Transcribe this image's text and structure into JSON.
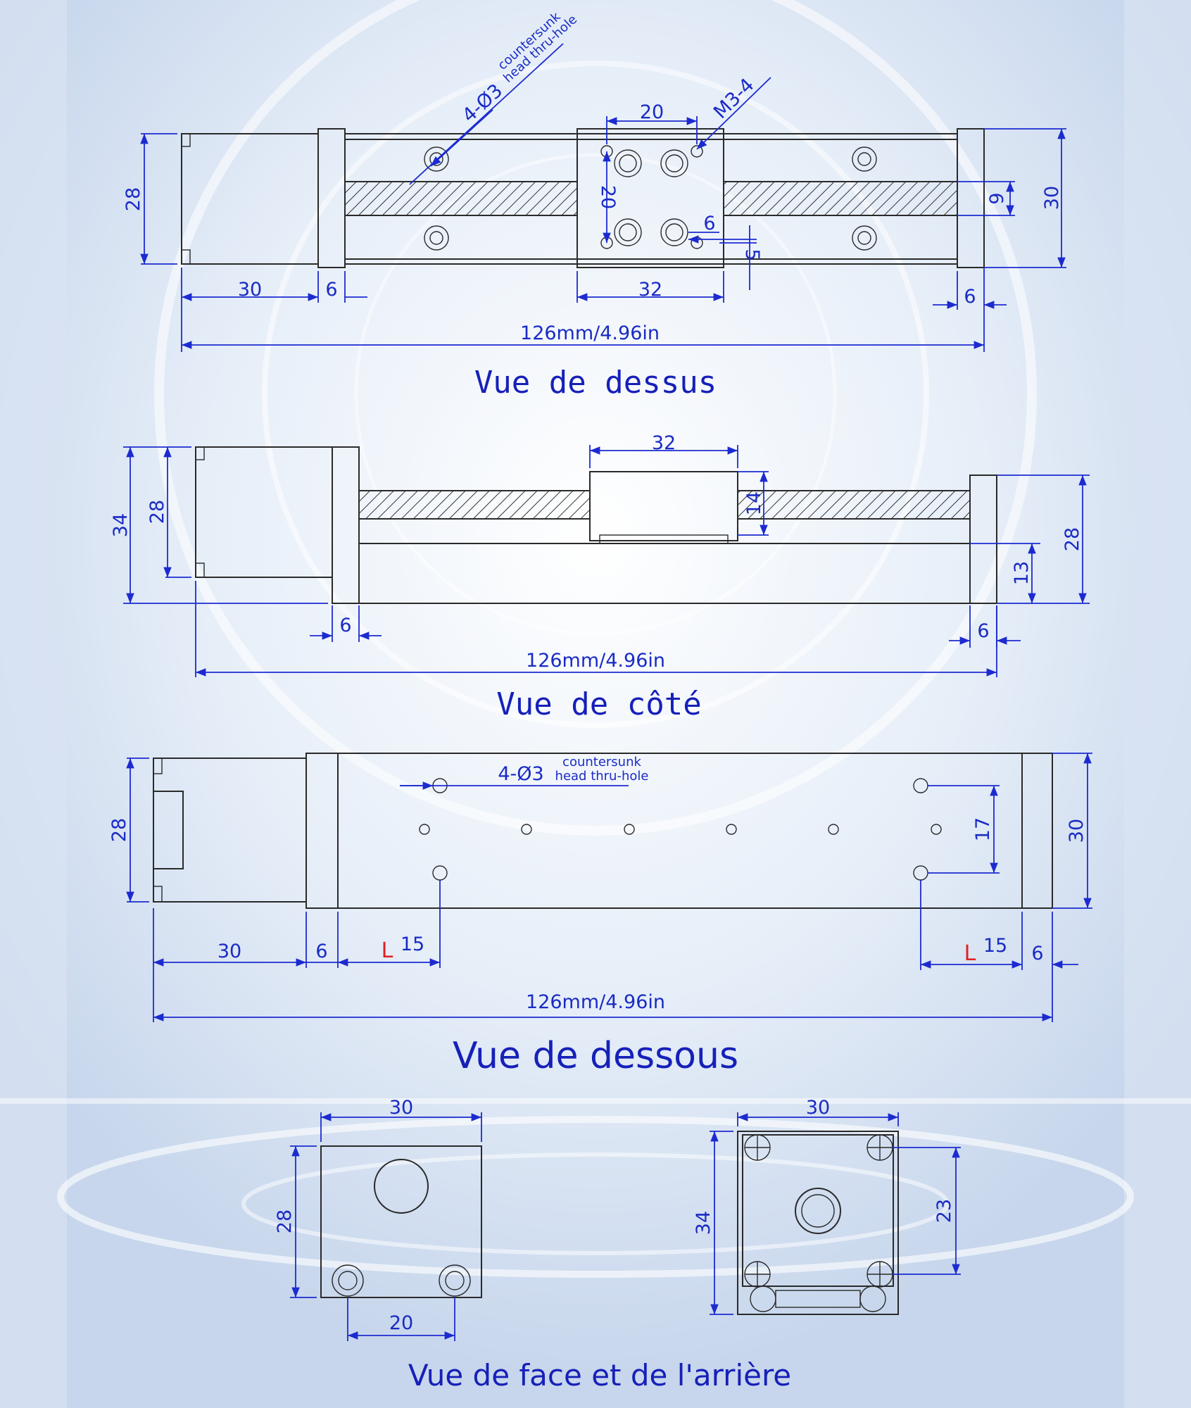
{
  "views": {
    "top": {
      "title": "Vue de dessus",
      "total_length": "126mm/4.96in",
      "dims": [
        "28",
        "30",
        "6",
        "20",
        "20",
        "32",
        "6",
        "5",
        "9",
        "30",
        "6",
        "M3-4"
      ],
      "hole_label": "4-Ø3",
      "hole_note_1": "countersunk",
      "hole_note_2": "head thru-hole"
    },
    "side": {
      "title": "Vue de côté",
      "total_length": "126mm/4.96in",
      "dims": [
        "32",
        "34",
        "28",
        "14",
        "13",
        "28",
        "6",
        "6"
      ]
    },
    "bottom": {
      "title": "Vue de dessous",
      "total_length": "126mm/4.96in",
      "dims": [
        "28",
        "30",
        "6",
        "15",
        "17",
        "30",
        "15",
        "6"
      ],
      "hole_label": "4-Ø3",
      "hole_note_1": "countersunk",
      "hole_note_2": "head thru-hole",
      "marker": "L"
    },
    "ends": {
      "title": "Vue de face et de l'arrière",
      "front_dims": [
        "30",
        "28",
        "20"
      ],
      "rear_dims": [
        "30",
        "34",
        "23"
      ]
    }
  },
  "colors": {
    "dimension": "#1c2bd0",
    "title": "#1620b8",
    "line": "#2a2a2a",
    "marker": "#e02020"
  }
}
